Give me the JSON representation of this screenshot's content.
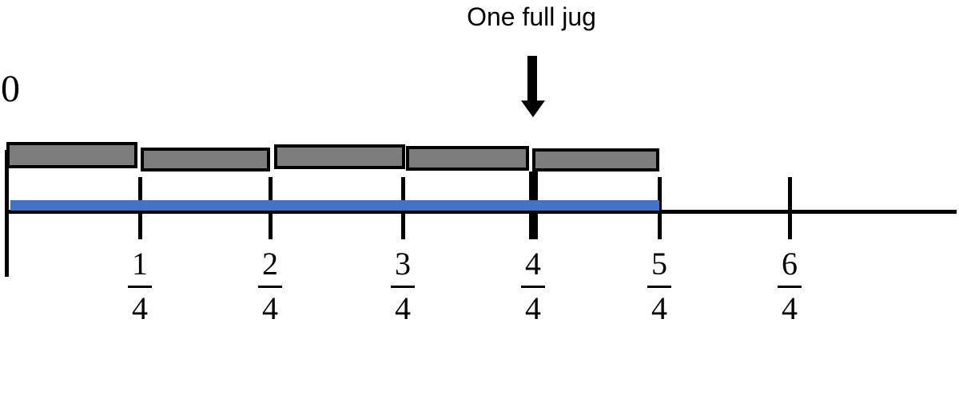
{
  "annotation": {
    "text": "One full jug",
    "points_to_tick": "4/4"
  },
  "number_line": {
    "origin_label": "0",
    "ticks": [
      {
        "numerator": "1",
        "denominator": "4",
        "label": "1/4",
        "emphasized": false
      },
      {
        "numerator": "2",
        "denominator": "4",
        "label": "2/4",
        "emphasized": false
      },
      {
        "numerator": "3",
        "denominator": "4",
        "label": "3/4",
        "emphasized": false
      },
      {
        "numerator": "4",
        "denominator": "4",
        "label": "4/4",
        "emphasized": true
      },
      {
        "numerator": "5",
        "denominator": "4",
        "label": "5/4",
        "emphasized": false
      },
      {
        "numerator": "6",
        "denominator": "4",
        "label": "6/4",
        "emphasized": false
      }
    ],
    "unit_bar_count": 5,
    "bar_unit": "1/4",
    "shaded_segment": {
      "from": "0",
      "to": "5/4"
    }
  },
  "colors": {
    "bar_fill": "#7d7d7d",
    "bar_border": "#000000",
    "shaded_blue": "#4472c4",
    "ink": "#000000"
  }
}
